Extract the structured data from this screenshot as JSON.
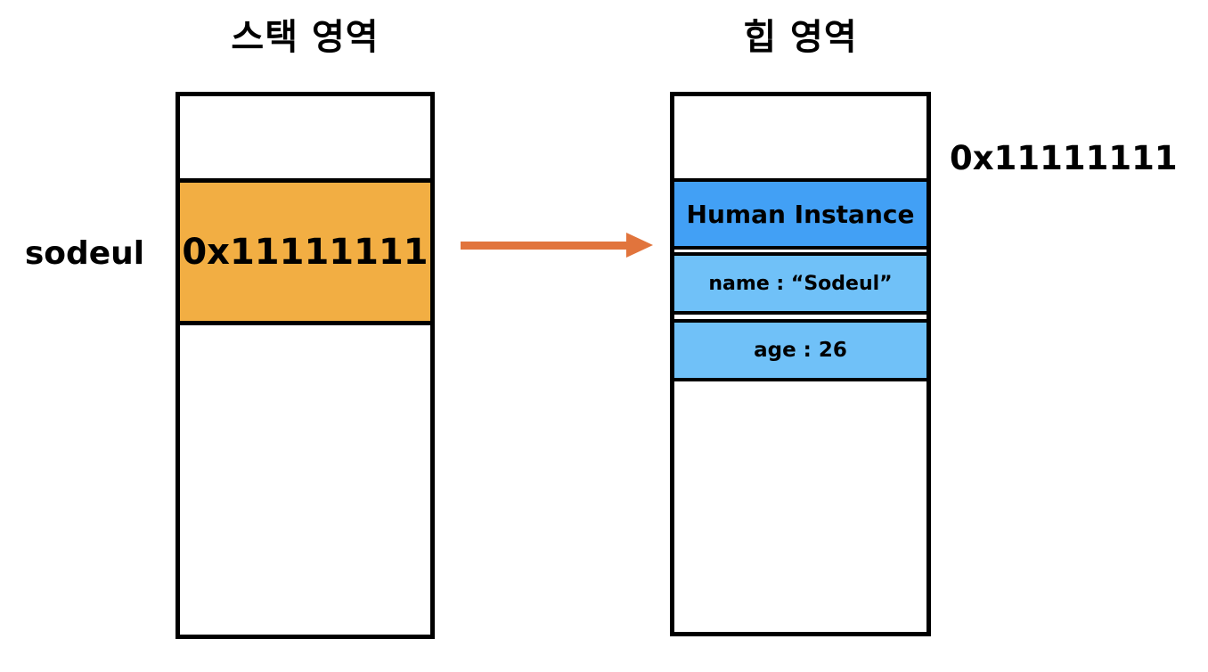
{
  "stack": {
    "title": "스택 영역",
    "pointer_variable": "sodeul",
    "pointer_cell_value": "0x11111111"
  },
  "heap": {
    "title": "힙 영역",
    "address_label": "0x11111111",
    "cells": [
      "Human Instance",
      "name : “Sodeul”",
      "age : 26"
    ]
  },
  "arrow": {
    "meaning": "stack pointer references heap instance",
    "direction": "right"
  },
  "colors": {
    "stack_pointer_cell": "#F2AE43",
    "heap_header_cell": "#42A0F5",
    "heap_field_cell": "#70C1F8",
    "arrow": "#E1743C",
    "border": "#000000",
    "background": "#FFFFFF",
    "text": "#000000"
  }
}
